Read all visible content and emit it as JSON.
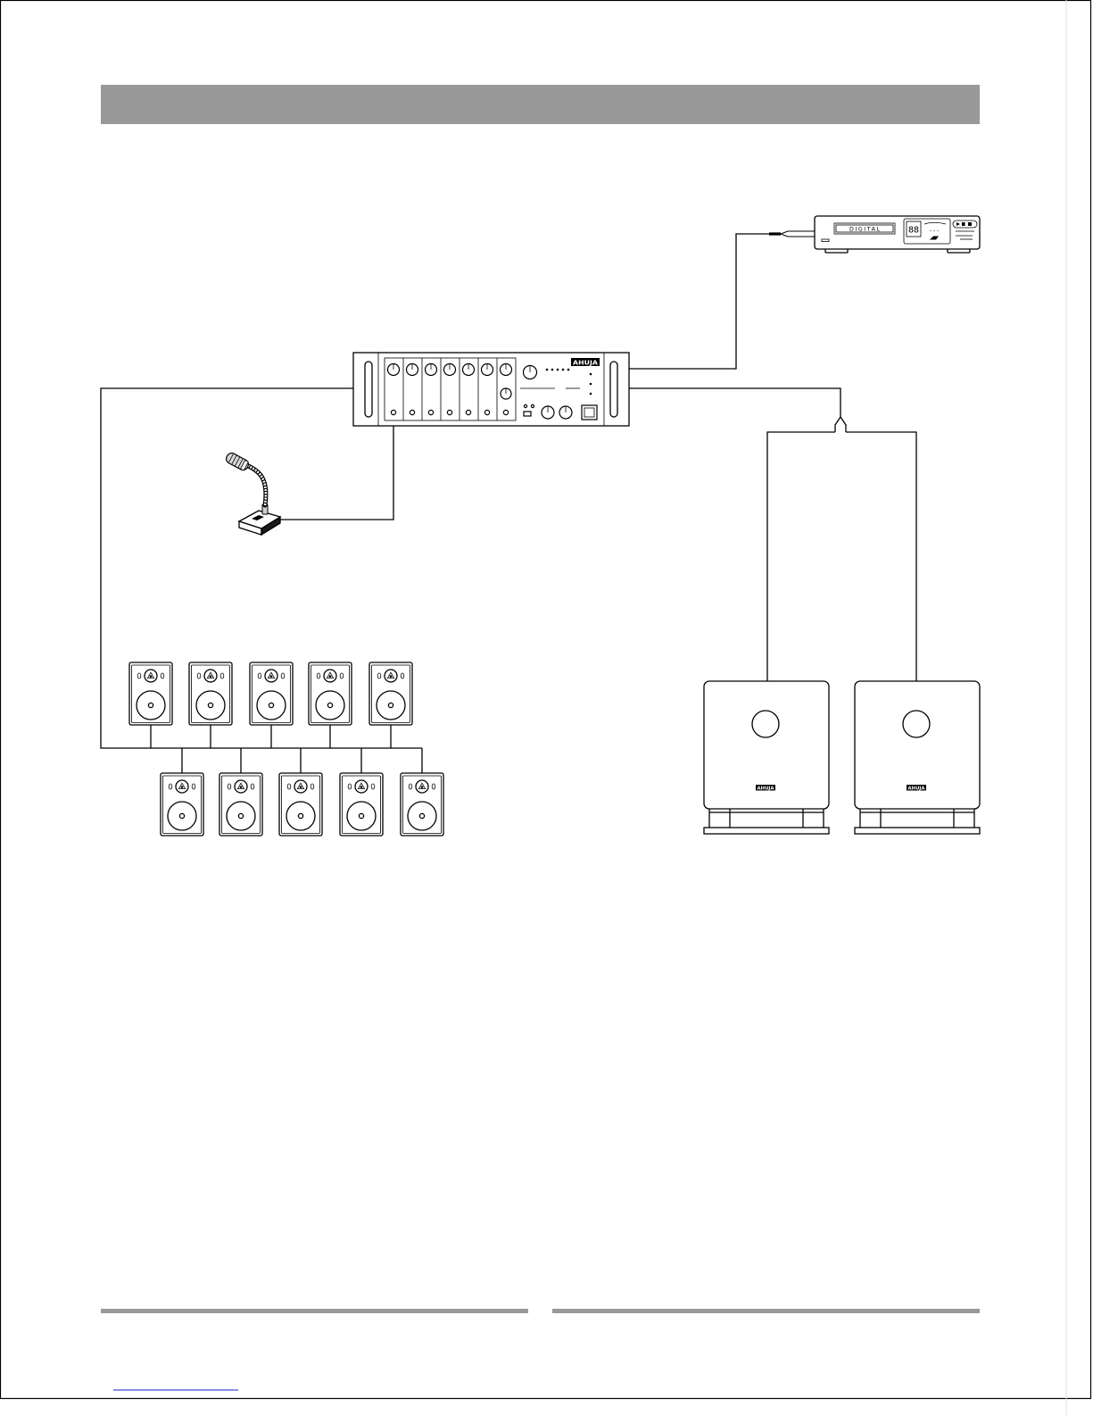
{
  "colors": {
    "header_bar": "#999999",
    "footer_bar": "#999999",
    "wiring": "#000000",
    "link_underline": "#3d4fd3",
    "margin_rule": "#e0e0e0"
  },
  "dvd_player": {
    "icon": "dvd-player-icon",
    "display_label": "DIGITAL",
    "segment_display": "88",
    "indicator": "- - -"
  },
  "amplifier": {
    "icon": "mixer-amplifier-icon",
    "logo": "AHUJA"
  },
  "microphone": {
    "icon": "desk-microphone-icon"
  },
  "wall_speakers": {
    "icon": "wall-speaker-icon"
  },
  "box_speakers": {
    "icon": "box-speaker-icon",
    "logo": "AHUJA"
  }
}
